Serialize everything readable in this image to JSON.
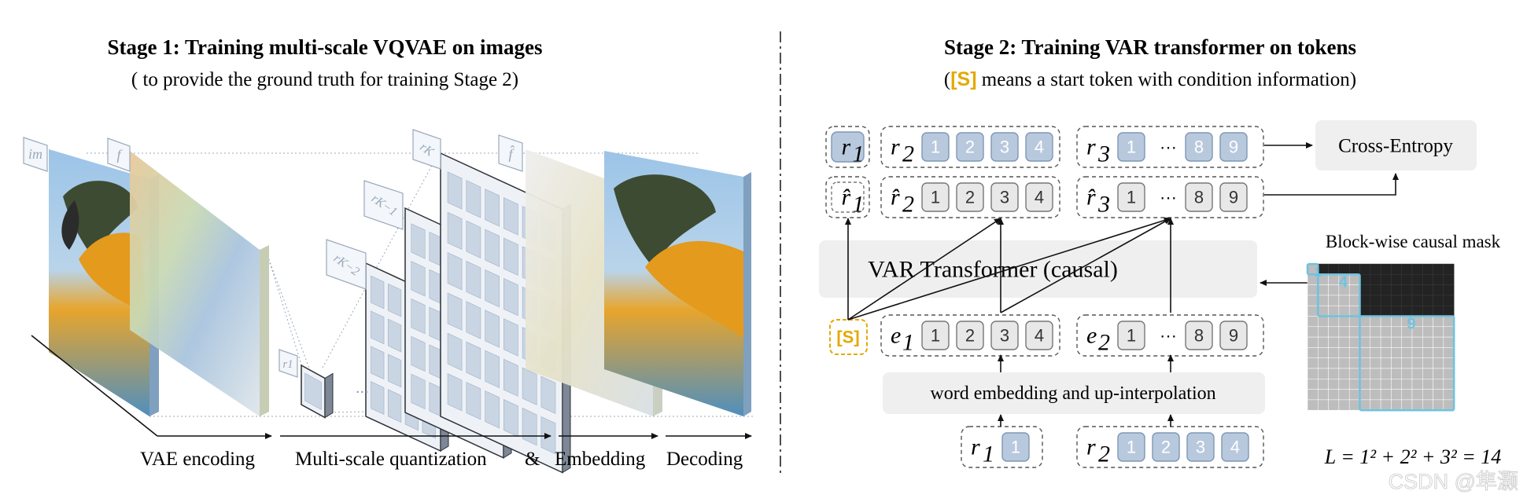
{
  "stage1": {
    "title": "Stage 1:  Training multi-scale VQVAE on images",
    "subtitle": "( to provide the ground truth for training Stage 2)",
    "labels": {
      "im": "im",
      "f": "f",
      "r1": "r1",
      "rK2": "rK−2",
      "rK1": "rK−1",
      "rK": "rK",
      "fhat": "f̂",
      "dots": "..."
    },
    "pipeline": {
      "vae_encoding": "VAE encoding",
      "quantization": "Multi-scale quantization",
      "amp": "&",
      "embedding": "Embedding",
      "decoding": "Decoding"
    }
  },
  "stage2": {
    "title": "Stage 2:  Training VAR transformer on tokens",
    "subtitle_token": "[S]",
    "subtitle_rest": " means a start token with condition information)",
    "subtitle_open": "(",
    "transformer": "VAR Transformer (causal)",
    "cross_entropy": "Cross-Entropy",
    "word_embedding": "word embedding and up-interpolation",
    "start_token": "[S]",
    "mask_title": "Block-wise causal mask",
    "mask_labels": [
      "1",
      "4",
      "9"
    ],
    "formula": "L = 1² + 2² + 3² = 14",
    "sym": {
      "r1": "r",
      "r1_sub": "1",
      "r2": "r",
      "r2_sub": "2",
      "r3": "r",
      "r3_sub": "3",
      "rh1": "r̂",
      "rh1_sub": "1",
      "rh2": "r̂",
      "rh2_sub": "2",
      "rh3": "r̂",
      "rh3_sub": "3",
      "e1": "e",
      "e1_sub": "1",
      "e2": "e",
      "e2_sub": "2"
    },
    "tokens": {
      "r2": [
        "1",
        "2",
        "3",
        "4"
      ],
      "r3": [
        "1",
        "···",
        "8",
        "9"
      ],
      "rh2": [
        "1",
        "2",
        "3",
        "4"
      ],
      "rh3": [
        "1",
        "···",
        "8",
        "9"
      ],
      "e1": [
        "1",
        "2",
        "3",
        "4"
      ],
      "e2": [
        "1",
        "···",
        "8",
        "9"
      ],
      "in_r1": [
        "1"
      ],
      "in_r2": [
        "1",
        "2",
        "3",
        "4"
      ]
    }
  },
  "watermark": "CSDN @隼灏",
  "colors": {
    "token_blue_fill": "#b8c9de",
    "token_blue_stroke": "#7f97b4",
    "token_gray_fill": "#e8e8e8",
    "token_gray_stroke": "#777777",
    "start_token": "#e5a800",
    "mask_dark": "#232323",
    "mask_light": "#bdbdbd",
    "mask_outline": "#6ec3e0"
  }
}
